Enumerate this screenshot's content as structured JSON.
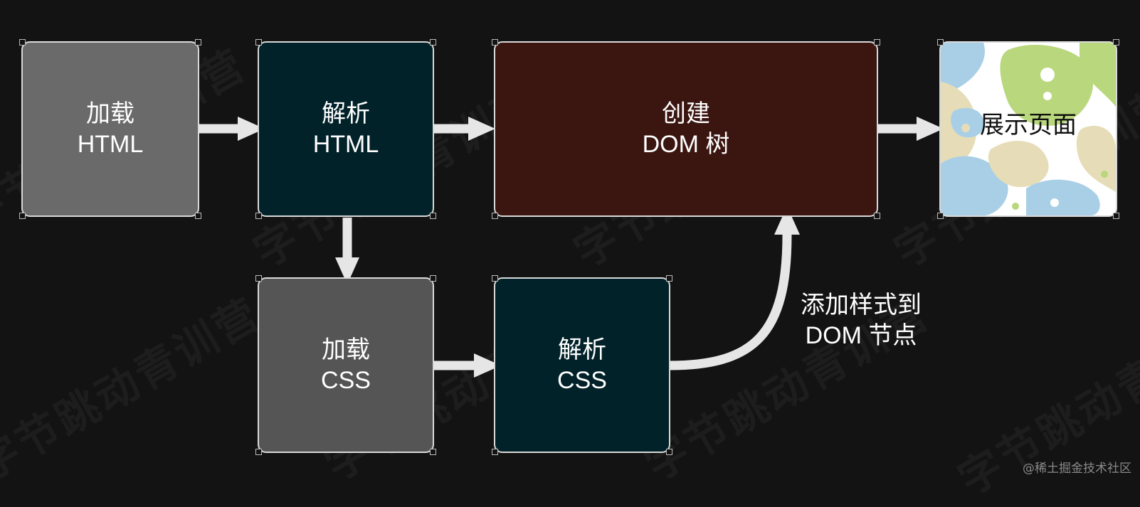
{
  "boxes": {
    "load_html": {
      "line1": "加载",
      "line2": "HTML",
      "color": "#6a6a6a"
    },
    "parse_html": {
      "line1": "解析",
      "line2": "HTML",
      "color": "#02222a"
    },
    "create_dom": {
      "line1": "创建",
      "line2": "DOM 树",
      "color": "#3b1510"
    },
    "show_page": {
      "line1": "展示页面"
    },
    "load_css": {
      "line1": "加载",
      "line2": "CSS",
      "color": "#555555"
    },
    "parse_css": {
      "line1": "解析",
      "line2": "CSS",
      "color": "#02222a"
    }
  },
  "edge_label": {
    "line1": "添加样式到",
    "line2": "DOM 节点"
  },
  "watermark": "字节跳动青训营",
  "footer": "@稀土掘金技术社区",
  "colors": {
    "background": "#131313",
    "arrow": "#e6e6e6",
    "border": "#d9d9d9"
  }
}
